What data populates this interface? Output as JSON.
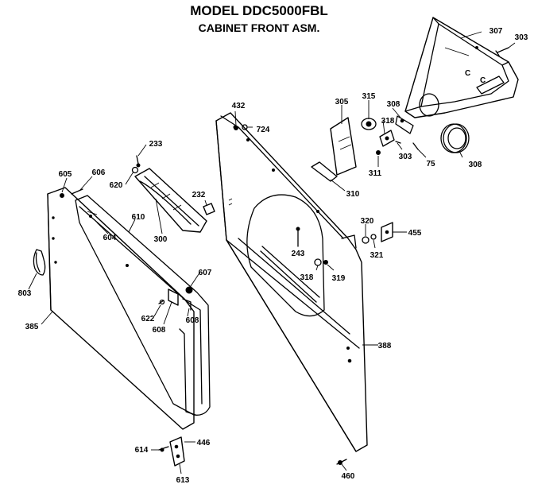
{
  "title": {
    "model": "MODEL DDC5000FBL",
    "assembly": "CABINET FRONT ASM."
  },
  "parts": [
    {
      "id": "p307",
      "label": "307"
    },
    {
      "id": "p303a",
      "label": "303"
    },
    {
      "id": "p432",
      "label": "432"
    },
    {
      "id": "p724",
      "label": "724"
    },
    {
      "id": "p305",
      "label": "305"
    },
    {
      "id": "p315",
      "label": "315"
    },
    {
      "id": "p318",
      "label": "318"
    },
    {
      "id": "p308a",
      "label": "308"
    },
    {
      "id": "p303b",
      "label": "303"
    },
    {
      "id": "p75",
      "label": "75"
    },
    {
      "id": "p308b",
      "label": "308"
    },
    {
      "id": "p311",
      "label": "311"
    },
    {
      "id": "p310",
      "label": "310"
    },
    {
      "id": "p233",
      "label": "233"
    },
    {
      "id": "p605",
      "label": "605"
    },
    {
      "id": "p606",
      "label": "606"
    },
    {
      "id": "p620",
      "label": "620"
    },
    {
      "id": "p232",
      "label": "232"
    },
    {
      "id": "p610",
      "label": "610"
    },
    {
      "id": "p604",
      "label": "604"
    },
    {
      "id": "p300",
      "label": "300"
    },
    {
      "id": "p320",
      "label": "320"
    },
    {
      "id": "p455",
      "label": "455"
    },
    {
      "id": "p321",
      "label": "321"
    },
    {
      "id": "p243",
      "label": "243"
    },
    {
      "id": "p319",
      "label": "319"
    },
    {
      "id": "p318b",
      "label": "318"
    },
    {
      "id": "p803",
      "label": "803"
    },
    {
      "id": "p607",
      "label": "607"
    },
    {
      "id": "p622",
      "label": "622"
    },
    {
      "id": "p608a",
      "label": "608"
    },
    {
      "id": "p608b",
      "label": "608"
    },
    {
      "id": "p385",
      "label": "385"
    },
    {
      "id": "p388",
      "label": "388"
    },
    {
      "id": "p614",
      "label": "614"
    },
    {
      "id": "p446",
      "label": "446"
    },
    {
      "id": "p613",
      "label": "613"
    },
    {
      "id": "p460",
      "label": "460"
    }
  ]
}
